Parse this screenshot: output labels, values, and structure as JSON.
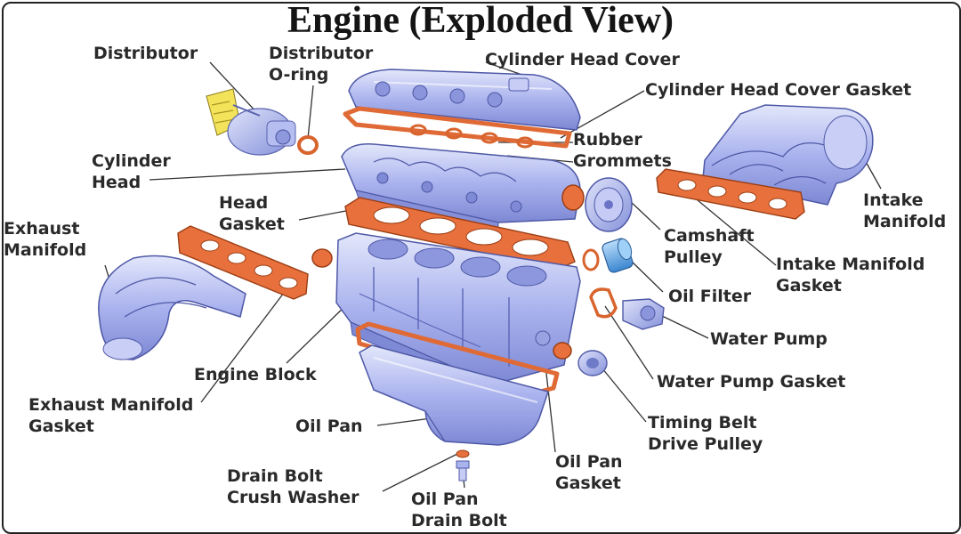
{
  "title": "Engine (Exploded View)",
  "labels": {
    "distributor": "Distributor",
    "distributor_oring": [
      "Distributor",
      "O-ring"
    ],
    "cylinder_head_cover": "Cylinder Head Cover",
    "cylinder_head_cover_gasket": "Cylinder Head Cover Gasket",
    "rubber_grommets": [
      "Rubber",
      "Grommets"
    ],
    "cylinder_head": [
      "Cylinder",
      "Head"
    ],
    "head_gasket": [
      "Head",
      "Gasket"
    ],
    "intake_manifold": [
      "Intake",
      "Manifold"
    ],
    "exhaust_manifold": [
      "Exhaust",
      "Manifold"
    ],
    "camshaft_pulley": [
      "Camshaft",
      "Pulley"
    ],
    "intake_manifold_gasket": [
      "Intake Manifold",
      "Gasket"
    ],
    "oil_filter": "Oil Filter",
    "water_pump": "Water Pump",
    "engine_block": "Engine Block",
    "water_pump_gasket": "Water Pump Gasket",
    "exhaust_manifold_gasket": [
      "Exhaust Manifold",
      "Gasket"
    ],
    "timing_belt_drive_pulley": [
      "Timing Belt",
      "Drive Pulley"
    ],
    "oil_pan": "Oil Pan",
    "oil_pan_gasket": [
      "Oil Pan",
      "Gasket"
    ],
    "drain_bolt_crush_washer": [
      "Drain Bolt",
      "Crush Washer"
    ],
    "oil_pan_drain_bolt": [
      "Oil Pan",
      "Drain Bolt"
    ]
  },
  "colors": {
    "metal": "#a9b3ee",
    "metal_dark": "#7b87d6",
    "gasket": "#e8703d",
    "filter": "#5aa8e8",
    "distributor_cap": "#f2e15a",
    "leader": "#333333"
  }
}
